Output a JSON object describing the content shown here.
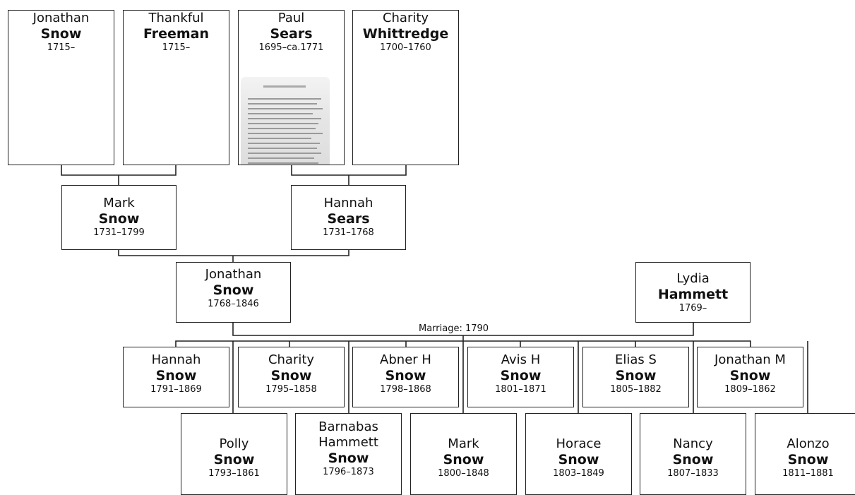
{
  "people": {
    "jonathan_snow_1715": {
      "given": "Jonathan",
      "surname": "Snow",
      "dates": "1715–"
    },
    "thankful_freeman": {
      "given": "Thankful",
      "surname": "Freeman",
      "dates": "1715–"
    },
    "paul_sears": {
      "given": "Paul",
      "surname": "Sears",
      "dates": "1695–ca.1771"
    },
    "charity_whittredge": {
      "given": "Charity",
      "surname": "Whittredge",
      "dates": "1700–1760"
    },
    "mark_snow_1731": {
      "given": "Mark",
      "surname": "Snow",
      "dates": "1731–1799"
    },
    "hannah_sears": {
      "given": "Hannah",
      "surname": "Sears",
      "dates": "1731–1768"
    },
    "jonathan_snow_1768": {
      "given": "Jonathan",
      "surname": "Snow",
      "dates": "1768–1846"
    },
    "lydia_hammett": {
      "given": "Lydia",
      "surname": "Hammett",
      "dates": "1769–"
    },
    "hannah_snow": {
      "given": "Hannah",
      "surname": "Snow",
      "dates": "1791–1869"
    },
    "charity_snow": {
      "given": "Charity",
      "surname": "Snow",
      "dates": "1795–1858"
    },
    "abner_snow": {
      "given": "Abner H",
      "surname": "Snow",
      "dates": "1798–1868"
    },
    "avis_snow": {
      "given": "Avis H",
      "surname": "Snow",
      "dates": "1801–1871"
    },
    "elias_snow": {
      "given": "Elias S",
      "surname": "Snow",
      "dates": "1805–1882"
    },
    "jonathan_m_snow": {
      "given": "Jonathan M",
      "surname": "Snow",
      "dates": "1809–1862"
    },
    "polly_snow": {
      "given": "Polly",
      "surname": "Snow",
      "dates": "1793–1861"
    },
    "barnabas_snow": {
      "given": "Barnabas\nHammett",
      "surname": "Snow",
      "dates": "1796–1873"
    },
    "mark_snow_1800": {
      "given": "Mark",
      "surname": "Snow",
      "dates": "1800–1848"
    },
    "horace_snow": {
      "given": "Horace",
      "surname": "Snow",
      "dates": "1803–1849"
    },
    "nancy_snow": {
      "given": "Nancy",
      "surname": "Snow",
      "dates": "1807–1833"
    },
    "alonzo_snow": {
      "given": "Alonzo",
      "surname": "Snow",
      "dates": "1811–1881"
    }
  },
  "marriage": {
    "label": "Marriage: 1790"
  }
}
